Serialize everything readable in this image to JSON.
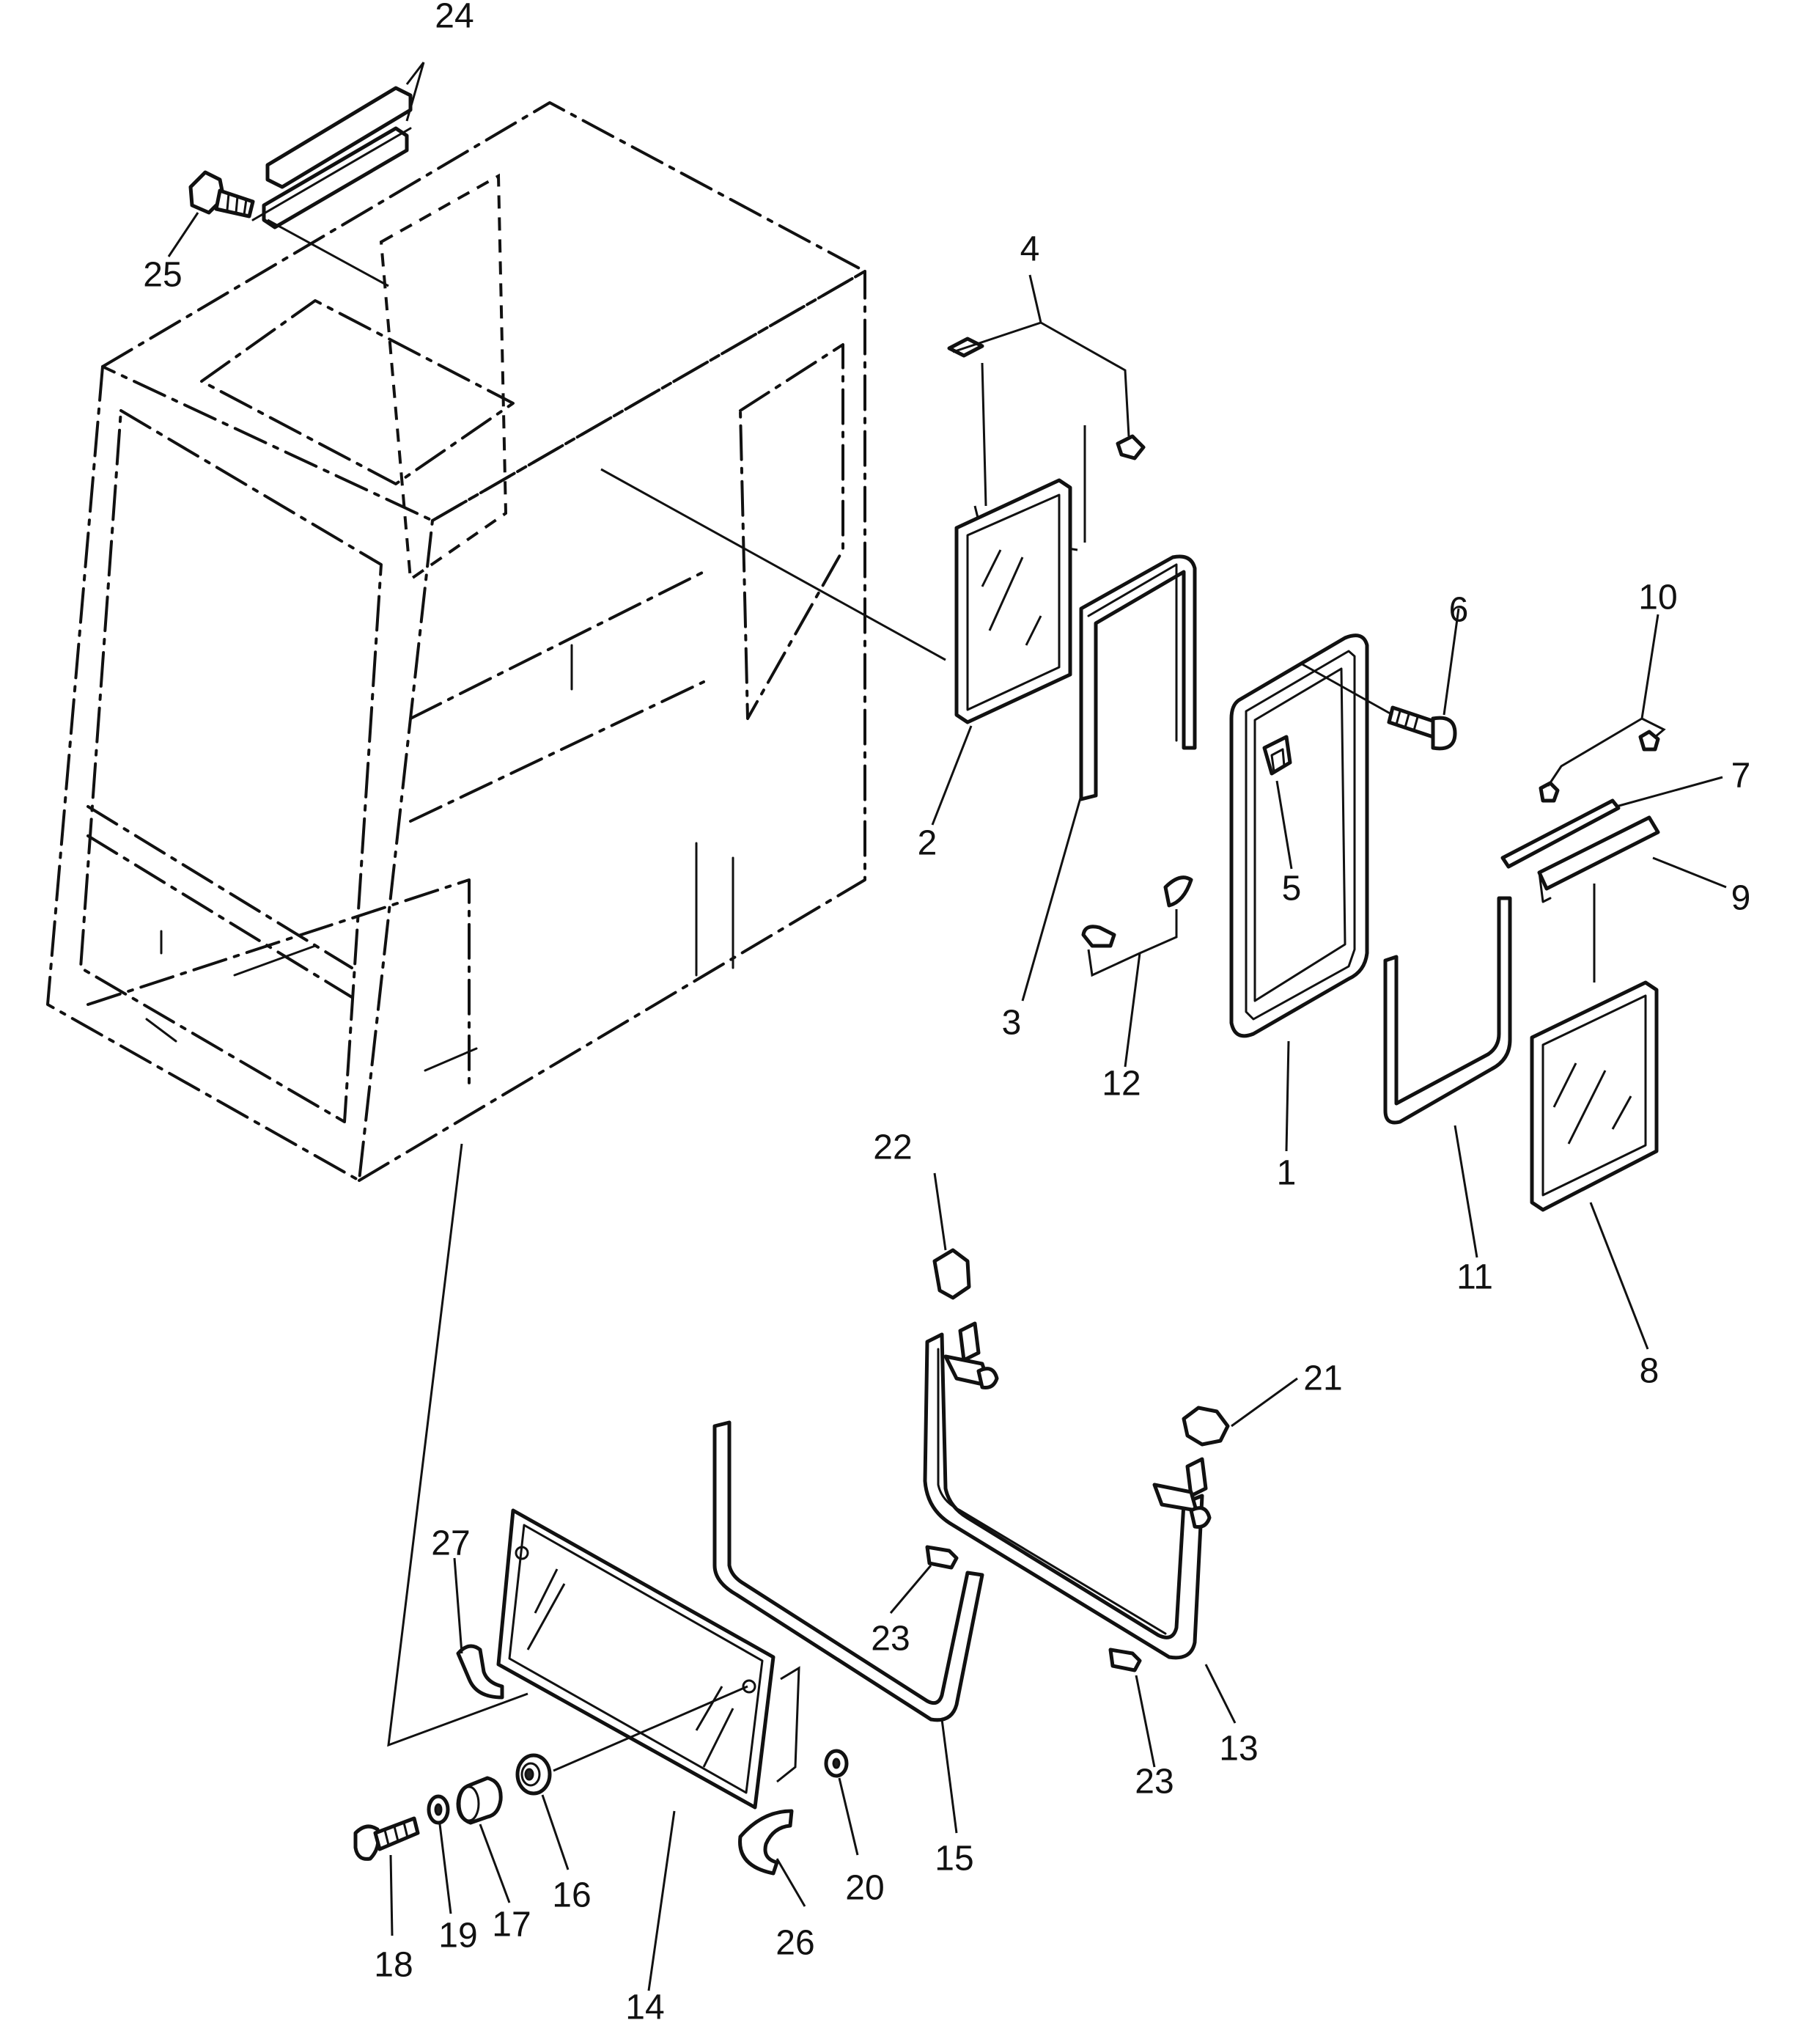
{
  "callouts": {
    "c1": "1",
    "c2": "2",
    "c3": "3",
    "c4": "4",
    "c5": "5",
    "c6": "6",
    "c7": "7",
    "c8": "8",
    "c9": "9",
    "c10": "10",
    "c11": "11",
    "c12": "12",
    "c13": "13",
    "c14": "14",
    "c15": "15",
    "c16": "16",
    "c17": "17",
    "c18": "18",
    "c19": "19",
    "c20": "20",
    "c21": "21",
    "c22": "22",
    "c23a": "23",
    "c23b": "23",
    "c24": "24",
    "c25": "25",
    "c26": "26",
    "c27": "27"
  }
}
